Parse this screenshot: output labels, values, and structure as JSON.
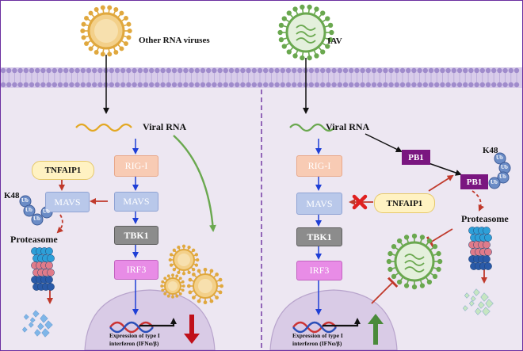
{
  "left_panel": {
    "virus_label": "Other RNA viruses",
    "viral_rna": "Viral RNA",
    "rig_i": "RIG-I",
    "mavs_center": "MAVS",
    "mavs_left": "MAVS",
    "tbk1": "TBK1",
    "irf3": "IRF3",
    "tnfaip1": "TNFAIP1",
    "k48": "K48",
    "ub": "Ub",
    "proteasome": "Proteasome",
    "expression": "Expression of type I",
    "interferon": "interferon (IFNα/β)"
  },
  "right_panel": {
    "virus_label": "IAV",
    "viral_rna": "Viral RNA",
    "pb1_top": "PB1",
    "pb1_bound": "PB1",
    "k48": "K48",
    "ub": "Ub",
    "rig_i": "RIG-I",
    "mavs": "MAVS",
    "tnfaip1": "TNFAIP1",
    "tbk1": "TBK1",
    "irf3": "IRF3",
    "proteasome": "Proteasome",
    "expression": "Expression of type I",
    "interferon": "interferon (IFNα/β)"
  },
  "colors": {
    "cytoplasm": "#ede7f2",
    "border": "#6b2fa0",
    "rig_i": "#f8cbb4",
    "mavs": "#b9c8ea",
    "tbk1": "#8c8c8c",
    "irf3": "#e88ce6",
    "tnfaip1": "#fff2c2",
    "pb1": "#7a1680",
    "ub": "#6b8cc6",
    "inhibit": "#c0392b",
    "activate": "#1f3fd6",
    "green": "#4a8a3a",
    "membrane": "#a08ccc"
  }
}
